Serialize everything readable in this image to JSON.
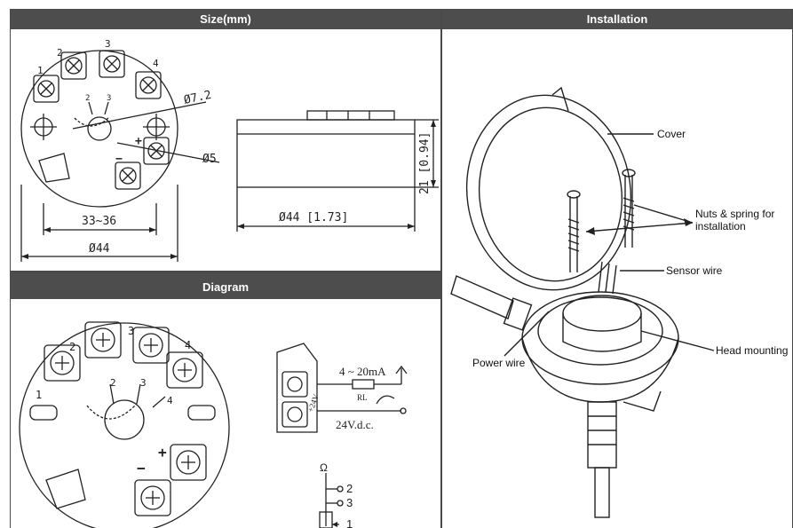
{
  "size_panel": {
    "title": "Size(mm)",
    "labels": {
      "slot_1": "1",
      "slot_2": "2",
      "slot_3": "3",
      "slot_4": "4",
      "inner_2": "2",
      "inner_3": "3",
      "dia_hole": "Ø7.2",
      "dia_small": "Ø5",
      "plus": "+",
      "minus": "−",
      "span": "33~36",
      "outer_dia": "Ø44",
      "width_dim": "Ø44 [1.73]",
      "height_dim": "21 [0.94]"
    }
  },
  "diagram_panel": {
    "title": "Diagram",
    "labels": {
      "slot_1": "1",
      "slot_2": "2",
      "slot_3": "3",
      "slot_4": "4",
      "inner_2": "2",
      "inner_3": "3",
      "inner_4": "4",
      "plus": "+",
      "minus": "−",
      "current": "4 ~ 20mA",
      "load": "RL",
      "supply_mark": "+24V",
      "supply": "24V.d.c.",
      "ohm": "Ω",
      "pin_2": "2",
      "pin_3": "3",
      "pin_1": "1"
    }
  },
  "installation_panel": {
    "title": "Installation",
    "callouts": {
      "cover": "Cover",
      "nuts": "Nuts & spring for installation",
      "nuts_line1": "Nuts & spring for",
      "nuts_line2": "installation",
      "sensor_wire": "Sensor wire",
      "power_wire": "Power wire",
      "head_mounting": "Head mounting"
    }
  }
}
